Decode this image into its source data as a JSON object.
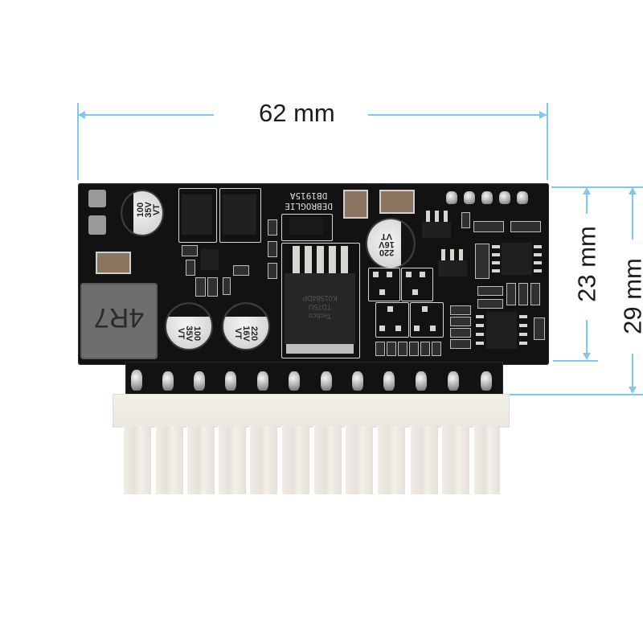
{
  "dimensions": {
    "width": {
      "value": "62 mm",
      "color": "#7ec8ec"
    },
    "board_height": {
      "value": "23 mm"
    },
    "total_height": {
      "value": "29 mm"
    }
  },
  "board": {
    "color": "#121212",
    "silkscreen_text": "DEBROGLIE  DB1915A",
    "inductor_label": "4R7",
    "regulator_marking": [
      "Techco",
      "TD75U",
      "K01584DP"
    ],
    "capacitors": [
      {
        "id": "c1",
        "value": "100",
        "voltage": "35V",
        "series": "VT"
      },
      {
        "id": "c2",
        "value": "100",
        "voltage": "35V",
        "series": "VT"
      },
      {
        "id": "c3",
        "value": "220",
        "voltage": "16V",
        "series": "VT"
      },
      {
        "id": "c4",
        "value": "220",
        "voltage": "16V",
        "series": "VT"
      }
    ],
    "header_pins": 5
  },
  "connector": {
    "pin_count": 12,
    "color": "#efece5"
  }
}
